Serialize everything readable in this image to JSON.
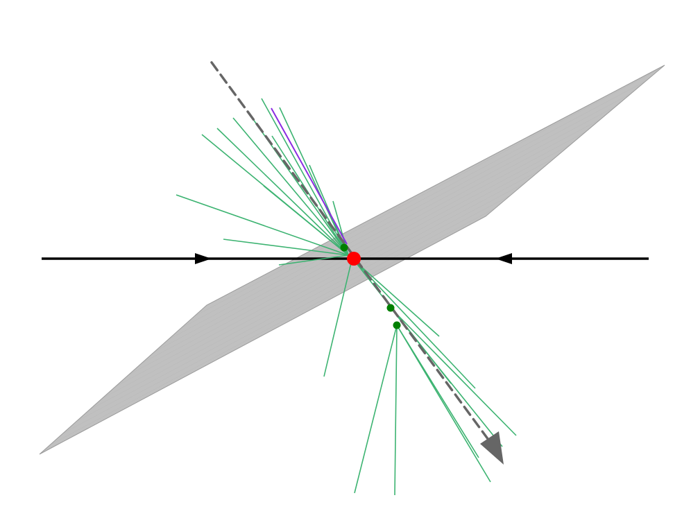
{
  "title": "",
  "colors": {
    "background": "#ffffff",
    "plane_fill": "#c0c0c0",
    "plane_edge": "#9a9a9a",
    "beam": "#000000",
    "axis": "#666666",
    "track": "#3cb371",
    "highlight_track": "#8a2be2",
    "vertex_primary": "#ff0000",
    "vertex_secondary": "#008000"
  },
  "diagram": {
    "beams": [
      {
        "name": "beam-left",
        "direction": "right"
      },
      {
        "name": "beam-right",
        "direction": "left"
      }
    ],
    "jet_axis": {
      "style": "dashed",
      "arrow": true
    },
    "primary_vertex": {
      "count": 1
    },
    "secondary_vertices": {
      "count": 3
    },
    "tracks": {
      "green_count": 27,
      "purple_count": 1
    }
  }
}
